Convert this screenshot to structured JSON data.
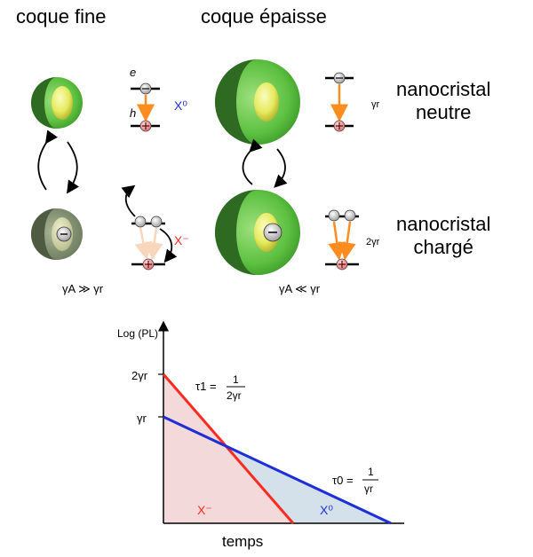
{
  "headers": {
    "thin_shell": "coque fine",
    "thick_shell": "coque épaisse"
  },
  "rows": {
    "neutral": [
      "nanocristal",
      "neutre"
    ],
    "charged": [
      "nanocristal",
      "chargé"
    ]
  },
  "levels": {
    "electron": "e",
    "hole": "h"
  },
  "states": {
    "neutral_exciton": "X⁰",
    "trion": "X⁻"
  },
  "rates": {
    "gamma_r": "γr",
    "two_gamma_r": "2γr",
    "thin_regime": "γA ≫ γr",
    "thick_regime": "γA ≪ γr"
  },
  "colors": {
    "shell_green": "#5cc040",
    "core_yellow": "#e8ec6a",
    "x0_blue": "#1f2fd6",
    "xminus_red": "#ff2a20",
    "arrow_orange": "#ff8c1e",
    "hole_pink": "#d88a8a"
  },
  "plot": {
    "ylabel": "Log (PL)",
    "xlabel": "temps",
    "y_ticks": [
      "2γr",
      "γr"
    ],
    "tau1": {
      "lhs": "τ1 =",
      "num": "1",
      "den": "2γr"
    },
    "tau0": {
      "lhs": "τ0 =",
      "num": "1",
      "den": "γr"
    },
    "x0_label": "X⁰",
    "xminus_label": "X⁻"
  }
}
